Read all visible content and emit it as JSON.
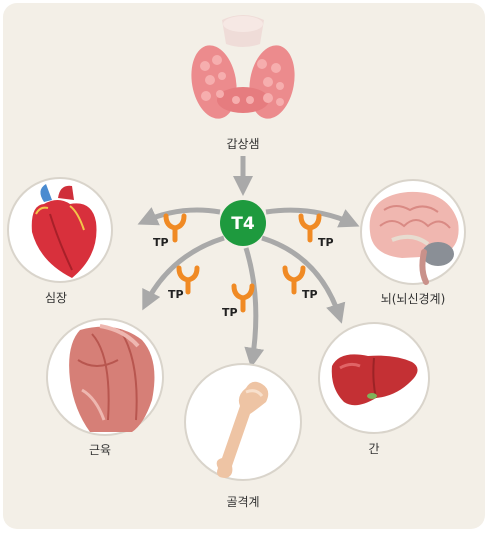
{
  "center": {
    "label": "T4",
    "color": "#1e9a3e"
  },
  "organs": {
    "thyroid": "갑상샘",
    "heart": "심장",
    "brain": "뇌(뇌신경계)",
    "muscle": "근육",
    "bone": "골격계",
    "liver": "간"
  },
  "receptor_label": "TP",
  "colors": {
    "receptor": "#f08a24",
    "arrow": "#a9a9a9",
    "panel": "#f3efe7"
  }
}
